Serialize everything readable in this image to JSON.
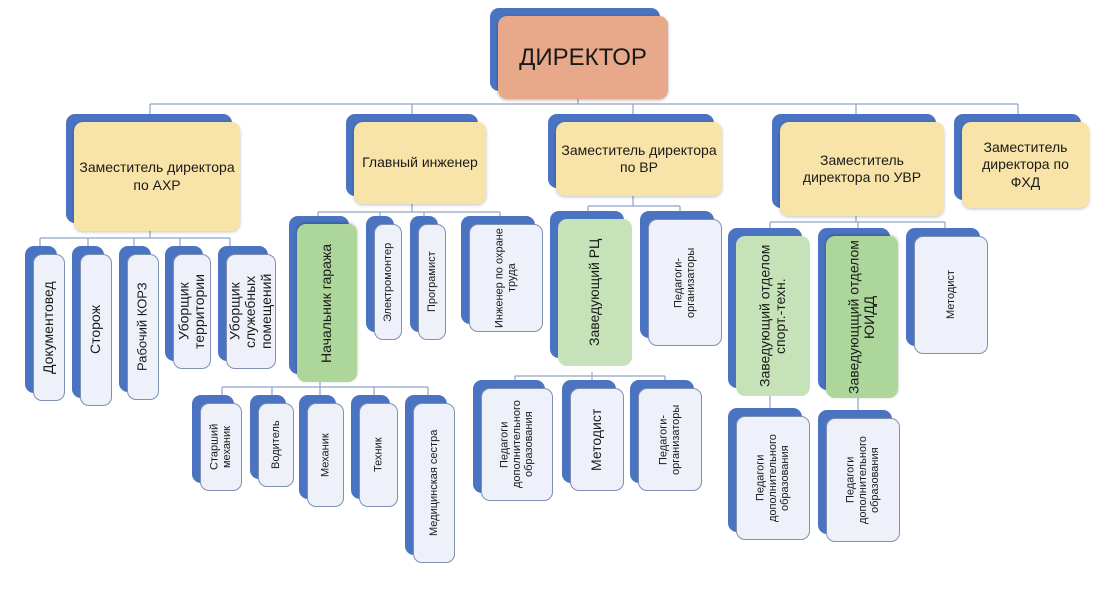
{
  "director": "ДИРЕКТОР",
  "deputy_akhr": "Заместитель директора по АХР",
  "chief_engineer": "Главный инженер",
  "deputy_vr": "Заместитель директора по ВР",
  "deputy_uvr": "Заместитель директора по УВР",
  "deputy_fkhd": "Заместитель директора по ФХД",
  "akhr_staff": [
    "Документовед",
    "Сторож",
    "Рабочий КОРЗ",
    "Уборщик территории",
    "Уборщик служебных помещений"
  ],
  "engineer_staff": {
    "garage_head": "Начальник гаража",
    "electrician": "Электромонтер",
    "programmer": "Програмист",
    "safety_engineer": "Инженер по охране труда"
  },
  "garage_staff": [
    "Старший механик",
    "Водитель",
    "Механик",
    "Техник",
    "Медицинская сестра"
  ],
  "vr_staff": {
    "head_rc": "Заведующий РЦ",
    "organizers": "Педагоги-организаторы"
  },
  "rc_staff": [
    "Педагоги дополнительного образования",
    "Методист",
    "Педагоги-организаторы"
  ],
  "uvr_staff": {
    "sport_head": "Заведующий отделом спорт.-техн.",
    "yuidd_head": "Заведующщий отделом ЮИДД",
    "methodist": "Методист"
  },
  "sport_staff": "Педагоги дополнительного образования",
  "yuidd_staff": "Педагоги дополнительного образования"
}
